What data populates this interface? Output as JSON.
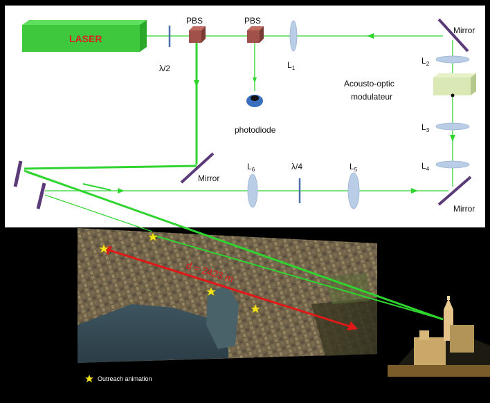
{
  "diagram": {
    "laser_label": "LASER",
    "pbs_left_label": "PBS",
    "pbs_right_label": "PBS",
    "half_wave_label": "λ/2",
    "quarter_wave_label": "λ/4",
    "lens_L1": {
      "main": "L",
      "sub": "1"
    },
    "lens_L2": {
      "main": "L",
      "sub": "2"
    },
    "lens_L3": {
      "main": "L",
      "sub": "3"
    },
    "lens_L4": {
      "main": "L",
      "sub": "4"
    },
    "lens_L5": {
      "main": "L",
      "sub": "5"
    },
    "lens_L6": {
      "main": "L",
      "sub": "6"
    },
    "aom_line1": "Acousto-optic",
    "aom_line2": "modulateur",
    "photodiode_label": "photodiode",
    "mirror_top_right": "Mirror",
    "mirror_middle": "Mirror",
    "mirror_bottom_right": "Mirror"
  },
  "map": {
    "distance_label": "d = 2423 m"
  },
  "legend": {
    "star_label": "Outreach animation"
  },
  "colors": {
    "beam": "#2fd42f",
    "laser_body": "#3ec83e",
    "laser_text": "#e02020",
    "pbs": "#a0524a",
    "mirror": "#5a3a78",
    "lens": "#b9cde6",
    "aom": "#d9e8b4",
    "distance_arrow": "#e01818",
    "star": "#f2e21a"
  }
}
